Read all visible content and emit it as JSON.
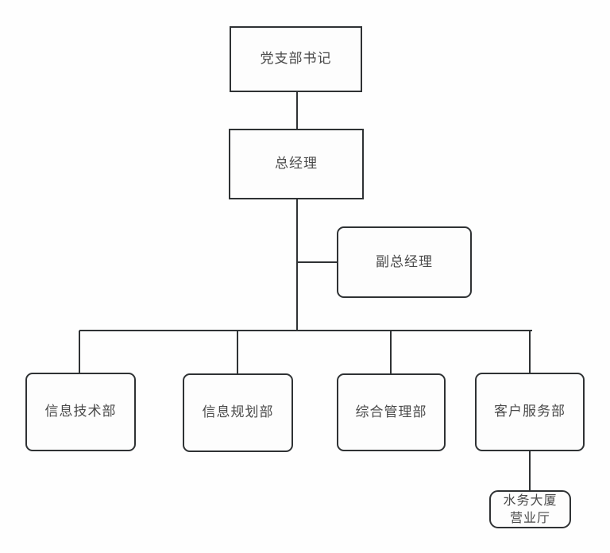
{
  "chart_data": {
    "type": "diagram",
    "subtype": "organizational-chart",
    "title": "",
    "orientation": "top-down",
    "nodes": [
      {
        "id": "party-secretary",
        "label": "党支部书记",
        "shape": "rectangle",
        "level": 0
      },
      {
        "id": "general-manager",
        "label": "总经理",
        "shape": "rectangle",
        "level": 1
      },
      {
        "id": "deputy-general-manager",
        "label": "副总经理",
        "shape": "rounded-rectangle",
        "level": 2
      },
      {
        "id": "it-department",
        "label": "信息技术部",
        "shape": "rounded-rectangle",
        "level": 3
      },
      {
        "id": "planning-department",
        "label": "信息规划部",
        "shape": "rounded-rectangle",
        "level": 3
      },
      {
        "id": "general-admin-department",
        "label": "综合管理部",
        "shape": "rounded-rectangle",
        "level": 3
      },
      {
        "id": "customer-service-department",
        "label": "客户服务部",
        "shape": "rounded-rectangle",
        "level": 3
      },
      {
        "id": "water-affairs-hall",
        "label": "水务大厦\n营业厅",
        "shape": "rounded-rectangle",
        "level": 4
      }
    ],
    "edges": [
      {
        "from": "party-secretary",
        "to": "general-manager"
      },
      {
        "from": "general-manager",
        "to": "deputy-general-manager"
      },
      {
        "from": "general-manager",
        "to": "it-department"
      },
      {
        "from": "general-manager",
        "to": "planning-department"
      },
      {
        "from": "general-manager",
        "to": "general-admin-department"
      },
      {
        "from": "general-manager",
        "to": "customer-service-department"
      },
      {
        "from": "customer-service-department",
        "to": "water-affairs-hall"
      }
    ],
    "colors": {
      "background": "#fefefe",
      "node_fill": "#fdfdfd",
      "node_border": "#2f3234",
      "connector": "#2f3234",
      "text": "#4a4a4a"
    }
  },
  "nodes": {
    "party_secretary": {
      "label": "党支部书记"
    },
    "general_manager": {
      "label": "总经理"
    },
    "deputy_general_manager": {
      "label": "副总经理"
    },
    "it_department": {
      "label": "信息技术部"
    },
    "planning_department": {
      "label": "信息规划部"
    },
    "general_admin_department": {
      "label": "综合管理部"
    },
    "customer_service_department": {
      "label": "客户服务部"
    },
    "water_affairs_hall": {
      "label": "水务大厦\n营业厅"
    }
  }
}
